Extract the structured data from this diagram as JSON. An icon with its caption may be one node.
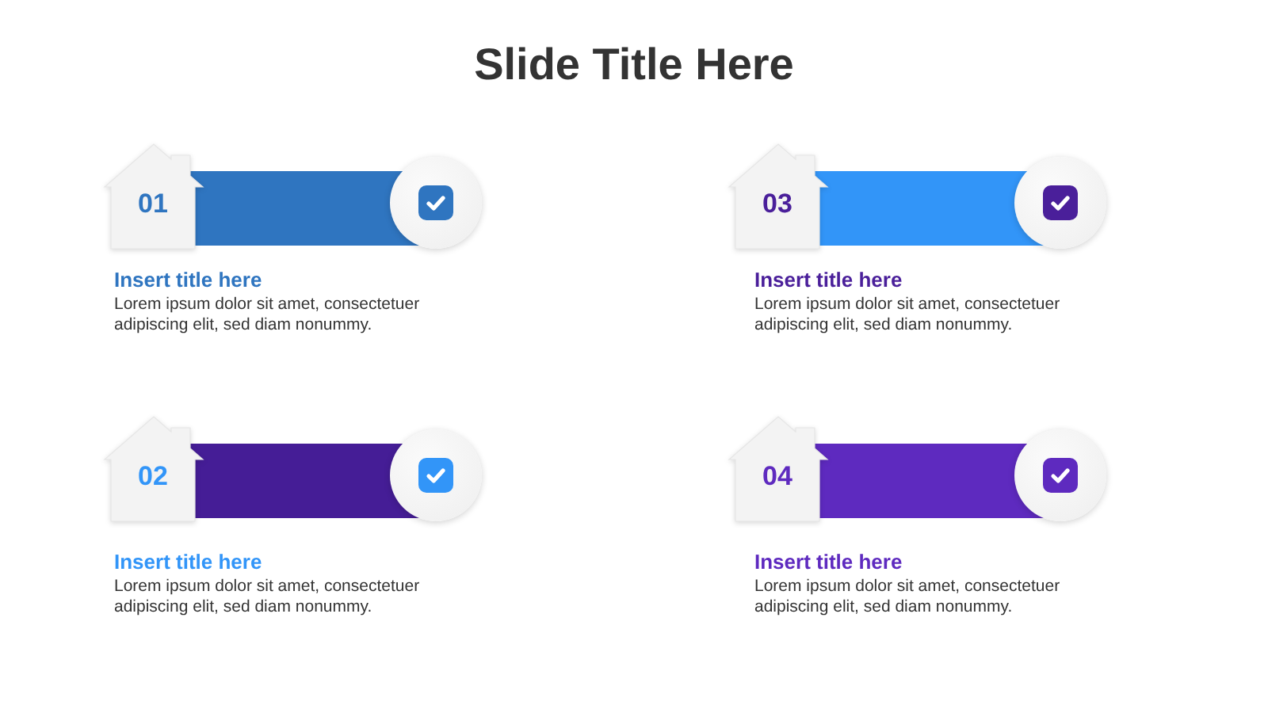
{
  "diagram": {
    "title": "Slide Title Here",
    "nodes": [
      {
        "text": [
          "01"
        ],
        "beside": [
          "Insert title here",
          "Lorem ipsum dolor sit amet, consectetuer adipiscing elit, sed diam nonummy."
        ]
      },
      {
        "text": [
          "02"
        ],
        "beside": [
          "Insert title here",
          "Lorem ipsum dolor sit amet, consectetuer adipiscing elit, sed diam nonummy."
        ]
      },
      {
        "text": [
          "03"
        ],
        "beside": [
          "Insert title here",
          "Lorem ipsum dolor sit amet, consectetuer adipiscing elit, sed diam nonummy."
        ]
      },
      {
        "text": [
          "04"
        ],
        "beside": [
          "Insert title here",
          "Lorem ipsum dolor sit amet, consectetuer adipiscing elit, sed diam nonummy."
        ]
      }
    ]
  }
}
